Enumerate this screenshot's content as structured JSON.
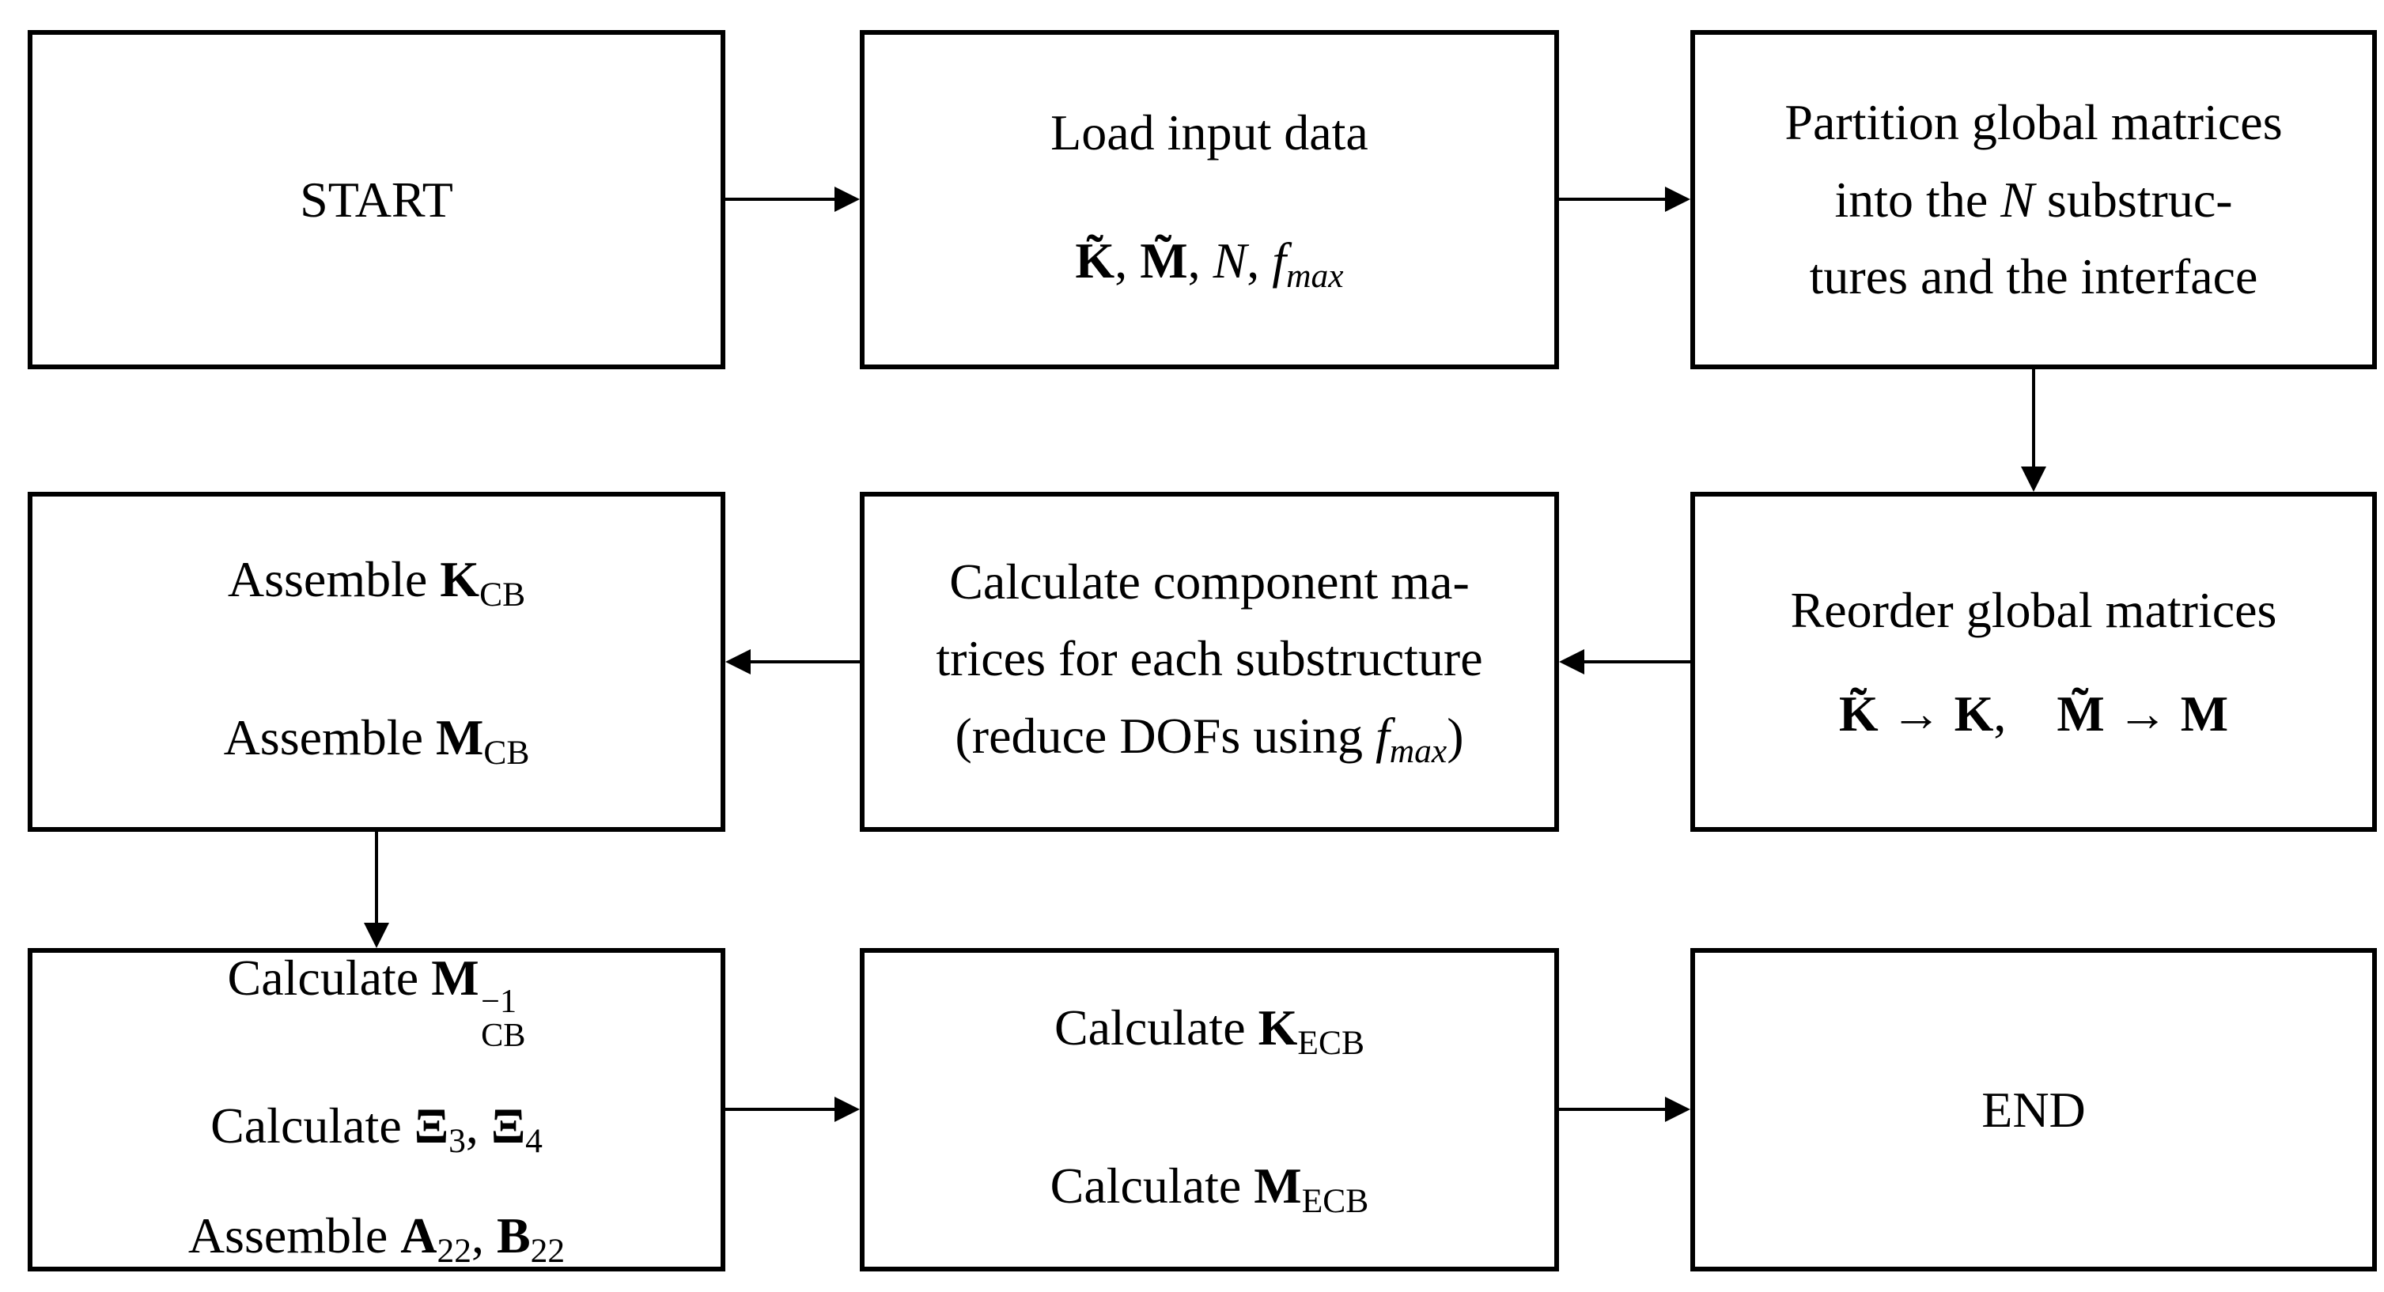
{
  "figure": {
    "type": "flowchart",
    "background_color": "#ffffff",
    "stroke_color": "#000000"
  },
  "boxes": [
    {
      "id": "start",
      "lines": [
        [
          {
            "t": "START"
          }
        ]
      ]
    },
    {
      "id": "load-input-data",
      "lines": [
        [
          {
            "t": "Load input data"
          }
        ],
        [
          {
            "t": "K̃",
            "b": true
          },
          {
            "t": ", "
          },
          {
            "t": "M̃",
            "b": true
          },
          {
            "t": ", "
          },
          {
            "t": "N",
            "i": true
          },
          {
            "t": ", "
          },
          {
            "t": "f",
            "i": true
          },
          {
            "t": "max",
            "i": true,
            "sub": true
          }
        ]
      ]
    },
    {
      "id": "partition-global-matrices",
      "lines": [
        [
          {
            "t": "Partition global matrices"
          }
        ],
        [
          {
            "t": "into the "
          },
          {
            "t": "N",
            "i": true
          },
          {
            "t": " substruc-"
          }
        ],
        [
          {
            "t": "tures and the interface"
          }
        ]
      ]
    },
    {
      "id": "assemble-cb-matrices",
      "lines": [
        [
          {
            "t": "Assemble "
          },
          {
            "t": "K",
            "b": true
          },
          {
            "t": "CB",
            "sub": true
          }
        ],
        [
          {
            "t": "Assemble "
          },
          {
            "t": "M",
            "b": true
          },
          {
            "t": "CB",
            "sub": true
          }
        ]
      ]
    },
    {
      "id": "calculate-component-matrices",
      "lines": [
        [
          {
            "t": "Calculate component ma-"
          }
        ],
        [
          {
            "t": "trices for each substructure"
          }
        ],
        [
          {
            "t": "(reduce DOFs using "
          },
          {
            "t": "f",
            "i": true
          },
          {
            "t": "max",
            "i": true,
            "sub": true
          },
          {
            "t": ")"
          }
        ]
      ]
    },
    {
      "id": "reorder-global-matrices",
      "lines": [
        [
          {
            "t": "Reorder global matrices"
          }
        ],
        [
          {
            "t": "K̃",
            "b": true
          },
          {
            "t": " → "
          },
          {
            "t": "K",
            "b": true
          },
          {
            "t": ", "
          },
          {
            "t": "M̃",
            "b": true
          },
          {
            "t": " → "
          },
          {
            "t": "M",
            "b": true
          }
        ]
      ]
    },
    {
      "id": "calculate-xi-assemble-ab",
      "lines": [
        [
          {
            "t": "Calculate "
          },
          {
            "t": "M",
            "b": true
          },
          {
            "stack": {
              "top": "−1",
              "bottom": "CB"
            }
          }
        ],
        [
          {
            "t": "Calculate "
          },
          {
            "t": "Ξ",
            "b": true
          },
          {
            "t": "3",
            "sub": true
          },
          {
            "t": ", "
          },
          {
            "t": "Ξ",
            "b": true
          },
          {
            "t": "4",
            "sub": true
          }
        ],
        [
          {
            "t": "Assemble "
          },
          {
            "t": "A",
            "b": true
          },
          {
            "t": "22",
            "sub": true
          },
          {
            "t": ", "
          },
          {
            "t": "B",
            "b": true
          },
          {
            "t": "22",
            "sub": true
          }
        ]
      ]
    },
    {
      "id": "calculate-ecb-matrices",
      "lines": [
        [
          {
            "t": "Calculate "
          },
          {
            "t": "K",
            "b": true
          },
          {
            "t": "ECB",
            "sub": true
          }
        ],
        [
          {
            "t": "Calculate "
          },
          {
            "t": "M",
            "b": true
          },
          {
            "t": "ECB",
            "sub": true
          }
        ]
      ]
    },
    {
      "id": "end",
      "lines": [
        [
          {
            "t": "END"
          }
        ]
      ]
    }
  ],
  "edges": [
    {
      "from": "start",
      "to": "load-input-data",
      "direction": "right"
    },
    {
      "from": "load-input-data",
      "to": "partition-global-matrices",
      "direction": "right"
    },
    {
      "from": "partition-global-matrices",
      "to": "reorder-global-matrices",
      "direction": "down"
    },
    {
      "from": "reorder-global-matrices",
      "to": "calculate-component-matrices",
      "direction": "left"
    },
    {
      "from": "calculate-component-matrices",
      "to": "assemble-cb-matrices",
      "direction": "left"
    },
    {
      "from": "assemble-cb-matrices",
      "to": "calculate-xi-assemble-ab",
      "direction": "down"
    },
    {
      "from": "calculate-xi-assemble-ab",
      "to": "calculate-ecb-matrices",
      "direction": "right"
    },
    {
      "from": "calculate-ecb-matrices",
      "to": "end",
      "direction": "right"
    }
  ]
}
